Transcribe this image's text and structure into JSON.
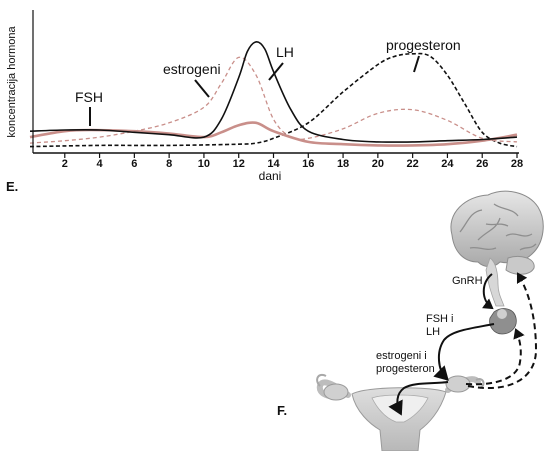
{
  "chart_data": {
    "type": "line",
    "xlabel": "dani",
    "ylabel": "koncentracija hormona",
    "xlim": [
      0,
      28
    ],
    "xticks": [
      2,
      4,
      6,
      8,
      10,
      12,
      14,
      16,
      18,
      20,
      22,
      24,
      26,
      28
    ],
    "series": [
      {
        "name": "FSH",
        "color": "#c98f8a",
        "style": "solid",
        "x": [
          0,
          2,
          3.5,
          6,
          8,
          10,
          11,
          12,
          13,
          14,
          16,
          18,
          20,
          22,
          24,
          26,
          28
        ],
        "y": [
          0.1,
          0.15,
          0.16,
          0.15,
          0.13,
          0.1,
          0.14,
          0.2,
          0.22,
          0.15,
          0.06,
          0.04,
          0.03,
          0.03,
          0.04,
          0.07,
          0.12
        ]
      },
      {
        "name": "LH",
        "color": "#111111",
        "style": "solid",
        "x": [
          0,
          2,
          4,
          6,
          8,
          10,
          11,
          12,
          12.5,
          13,
          13.5,
          14,
          15,
          16,
          18,
          20,
          22,
          24,
          26,
          28
        ],
        "y": [
          0.15,
          0.16,
          0.16,
          0.14,
          0.12,
          0.1,
          0.25,
          0.6,
          0.82,
          0.9,
          0.84,
          0.65,
          0.33,
          0.15,
          0.08,
          0.06,
          0.06,
          0.07,
          0.08,
          0.1
        ]
      },
      {
        "name": "estrogeni",
        "color": "#c98f8a",
        "style": "dashed",
        "x": [
          0,
          2,
          4,
          6,
          8,
          10,
          11,
          12,
          13,
          14,
          15,
          16,
          18,
          20,
          22,
          24,
          26,
          28
        ],
        "y": [
          0.05,
          0.07,
          0.1,
          0.15,
          0.22,
          0.35,
          0.55,
          0.77,
          0.62,
          0.25,
          0.1,
          0.09,
          0.17,
          0.3,
          0.33,
          0.24,
          0.09,
          0.06
        ]
      },
      {
        "name": "progesteron",
        "color": "#111111",
        "style": "dashed",
        "x": [
          0,
          4,
          8,
          12,
          13,
          14,
          16,
          18,
          20,
          21,
          22,
          23,
          24,
          25,
          26,
          27,
          28
        ],
        "y": [
          0.02,
          0.03,
          0.03,
          0.04,
          0.05,
          0.09,
          0.22,
          0.48,
          0.71,
          0.78,
          0.8,
          0.78,
          0.62,
          0.38,
          0.14,
          0.05,
          0.02
        ]
      }
    ]
  },
  "panels": {
    "e": "E.",
    "f": "F."
  },
  "diagram": {
    "gnrh": "GnRH",
    "fsh_lh_line1": "FSH i",
    "fsh_lh_line2": "LH",
    "estrogen_line1": "estrogeni i",
    "estrogen_line2": "progesteron"
  }
}
